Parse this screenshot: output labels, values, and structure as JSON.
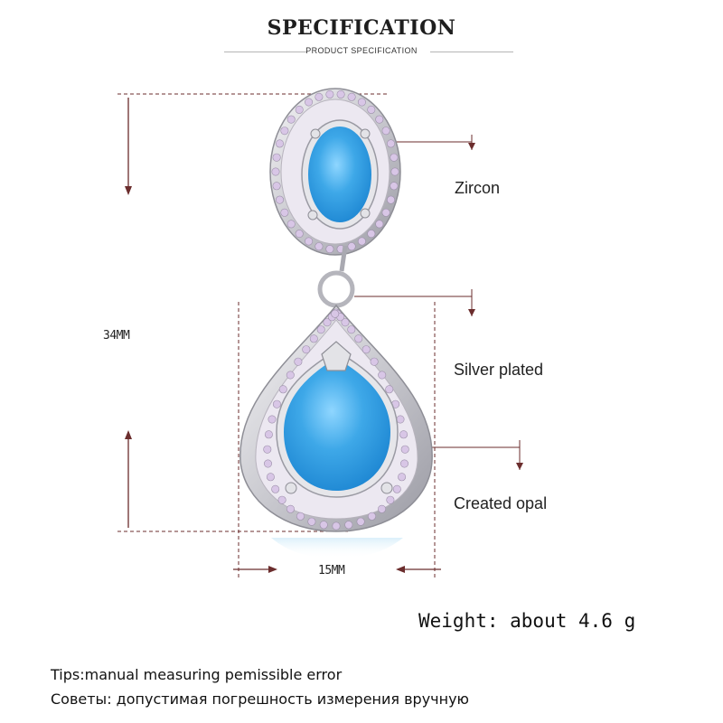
{
  "header": {
    "title": "SPECIFICATION",
    "subtitle": "PRODUCT SPECIFICATION"
  },
  "dimensions": {
    "height_label": "34MM",
    "width_label": "15MM"
  },
  "callouts": {
    "zircon": "Zircon",
    "silver": "Silver plated",
    "opal": "Created opal"
  },
  "weight": "Weight: about 4.6 g",
  "tips": {
    "english": "Tips:manual measuring pemissible error",
    "russian": "Советы: допустимая погрешность измерения вручную"
  },
  "colors": {
    "dimension_line": "#6b2d2d",
    "opal_blue": "#3ea8e8",
    "silver": "#d9d9dc",
    "zircon_pink": "#d8c6e6"
  }
}
